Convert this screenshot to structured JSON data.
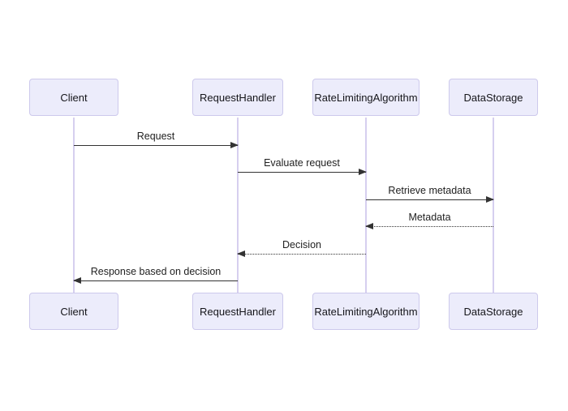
{
  "diagram": {
    "type": "sequence-diagram",
    "actors": [
      {
        "name": "Client"
      },
      {
        "name": "RequestHandler"
      },
      {
        "name": "RateLimitingAlgorithm"
      },
      {
        "name": "DataStorage"
      }
    ],
    "messages": [
      {
        "label": "Request",
        "from": "Client",
        "to": "RequestHandler",
        "line": "solid",
        "direction": "right"
      },
      {
        "label": "Evaluate request",
        "from": "RequestHandler",
        "to": "RateLimitingAlgorithm",
        "line": "solid",
        "direction": "right"
      },
      {
        "label": "Retrieve metadata",
        "from": "RateLimitingAlgorithm",
        "to": "DataStorage",
        "line": "solid",
        "direction": "right"
      },
      {
        "label": "Metadata",
        "from": "DataStorage",
        "to": "RateLimitingAlgorithm",
        "line": "dotted",
        "direction": "left"
      },
      {
        "label": "Decision",
        "from": "RateLimitingAlgorithm",
        "to": "RequestHandler",
        "line": "dotted",
        "direction": "left"
      },
      {
        "label": "Response based on decision",
        "from": "RequestHandler",
        "to": "Client",
        "line": "solid",
        "direction": "left"
      }
    ],
    "colors": {
      "background": "#ffffff",
      "actor_fill": "#ececfb",
      "actor_border": "#cdc9ec",
      "lifeline": "#d6cfef",
      "arrow": "#333333",
      "text": "#1f1f1f"
    }
  }
}
